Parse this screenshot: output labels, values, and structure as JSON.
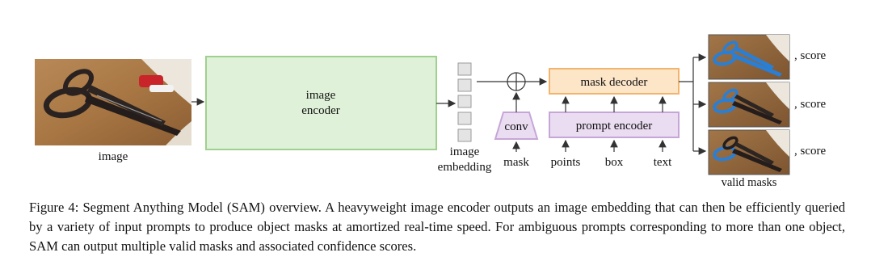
{
  "diagram": {
    "input_image_label": "image",
    "encoder_label_line1": "image",
    "encoder_label_line2": "encoder",
    "embedding_label_line1": "image",
    "embedding_label_line2": "embedding",
    "conv_label": "conv",
    "mask_label": "mask",
    "mask_decoder_label": "mask decoder",
    "prompt_encoder_label": "prompt encoder",
    "prompt_inputs": [
      "points",
      "box",
      "text"
    ],
    "score_labels": [
      ", score",
      ", score",
      ", score"
    ],
    "valid_masks_label": "valid masks"
  },
  "colors": {
    "encoder_fill": "#dff1d8",
    "encoder_stroke": "#9fd18e",
    "decoder_fill": "#fde5c8",
    "decoder_stroke": "#f2b46c",
    "prompt_fill": "#eadcf1",
    "prompt_stroke": "#c6a6d8",
    "mask_overlay": "#2a7fd4"
  },
  "caption": {
    "text": "Figure 4: Segment Anything Model (SAM) overview. A heavyweight image encoder outputs an image embedding that can then be efficiently queried by a variety of input prompts to produce object masks at amortized real-time speed. For ambiguous prompts corresponding to more than one object, SAM can output multiple valid masks and associated confidence scores."
  }
}
